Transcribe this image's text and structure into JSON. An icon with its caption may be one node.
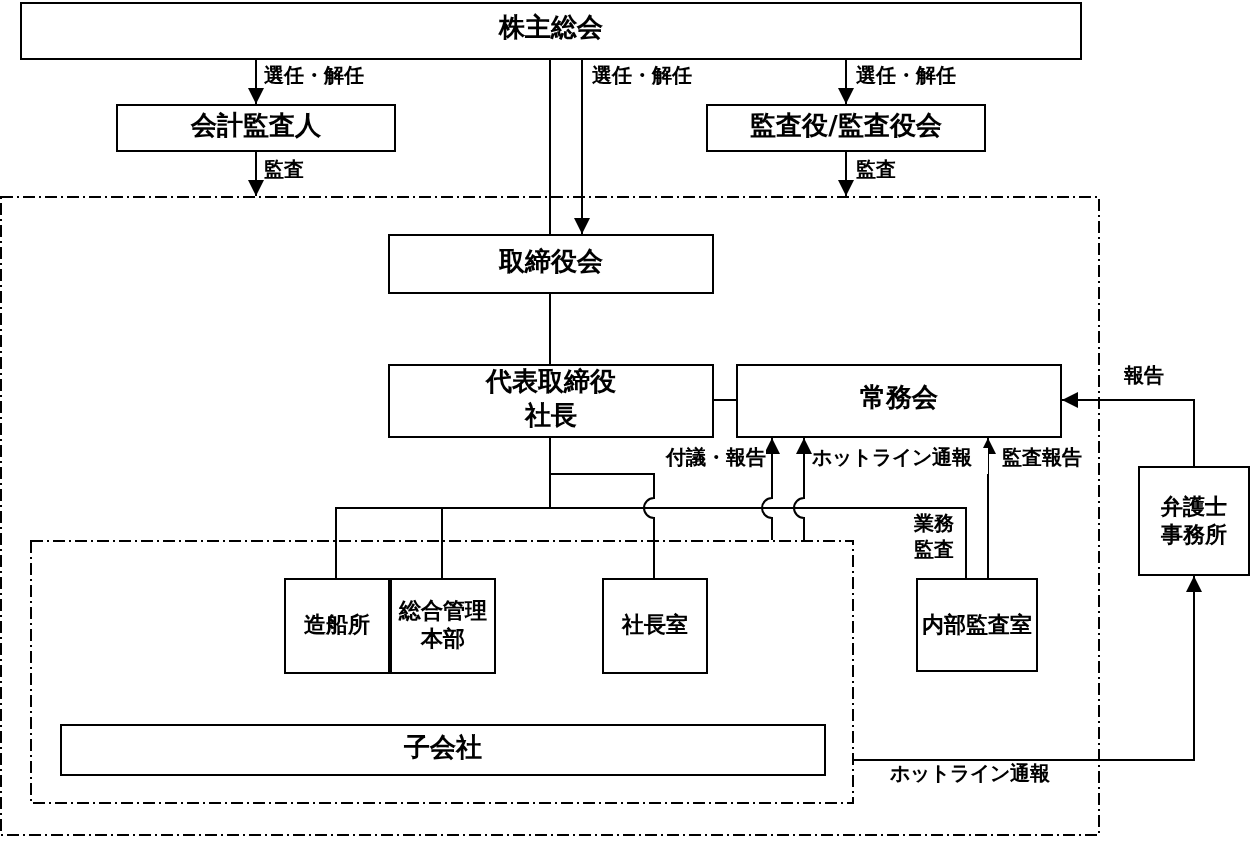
{
  "diagram": {
    "nodes": [
      {
        "text": [
          "株主総会"
        ]
      },
      {
        "text": [
          "会計監査人"
        ]
      },
      {
        "text": [
          "監査役/監査役会"
        ]
      },
      {
        "text": [],
        "shape": "box"
      },
      {
        "text": [
          "取締役会"
        ],
        "in": 3
      },
      {
        "text": [
          "代表取締役",
          "社長"
        ],
        "in": 3
      },
      {
        "text": [
          "常務会"
        ],
        "in": 3
      },
      {
        "text": [],
        "shape": "box",
        "in": 3
      },
      {
        "text": [
          "造船所"
        ],
        "in": 7
      },
      {
        "text": [
          "総合管理本部"
        ],
        "in": 7
      },
      {
        "text": [
          "社長室"
        ],
        "in": 7
      },
      {
        "text": [
          "子会社"
        ],
        "in": 7
      },
      {
        "text": [
          "内部監査室"
        ],
        "in": 3
      },
      {
        "text": [
          "弁護士事務所"
        ]
      }
    ],
    "edges": [
      {
        "from": 0,
        "to": 1,
        "arrow": "to",
        "label": "選任・解任"
      },
      {
        "from": 0,
        "to": 4,
        "arrow": "none"
      },
      {
        "from": 0,
        "to": 4,
        "arrow": "to",
        "label": "選任・解任"
      },
      {
        "from": 0,
        "to": 2,
        "arrow": "to",
        "label": "選任・解任"
      },
      {
        "from": 1,
        "to": 3,
        "arrow": "to",
        "label": "監査"
      },
      {
        "from": 2,
        "to": 3,
        "arrow": "to",
        "label": "監査"
      },
      {
        "from": 4,
        "to": 5,
        "arrow": "none"
      },
      {
        "from": 5,
        "to": 6,
        "arrow": "none"
      },
      {
        "from": 5,
        "to": 8,
        "arrow": "none"
      },
      {
        "from": 5,
        "to": 9,
        "arrow": "none"
      },
      {
        "from": 5,
        "to": 10,
        "arrow": "none"
      },
      {
        "from": 5,
        "to": 12,
        "arrow": "none",
        "label": "業務監査"
      },
      {
        "from": 7,
        "to": 6,
        "arrow": "to",
        "label": "付議・報告"
      },
      {
        "from": 7,
        "to": 6,
        "arrow": "to",
        "label": "ホットライン通報"
      },
      {
        "from": 12,
        "to": 6,
        "arrow": "to",
        "label": "監査報告"
      },
      {
        "from": 13,
        "to": 6,
        "arrow": "to",
        "label": "報告"
      },
      {
        "from": 7,
        "to": 13,
        "arrow": "to",
        "label": "ホットライン通報"
      }
    ]
  }
}
